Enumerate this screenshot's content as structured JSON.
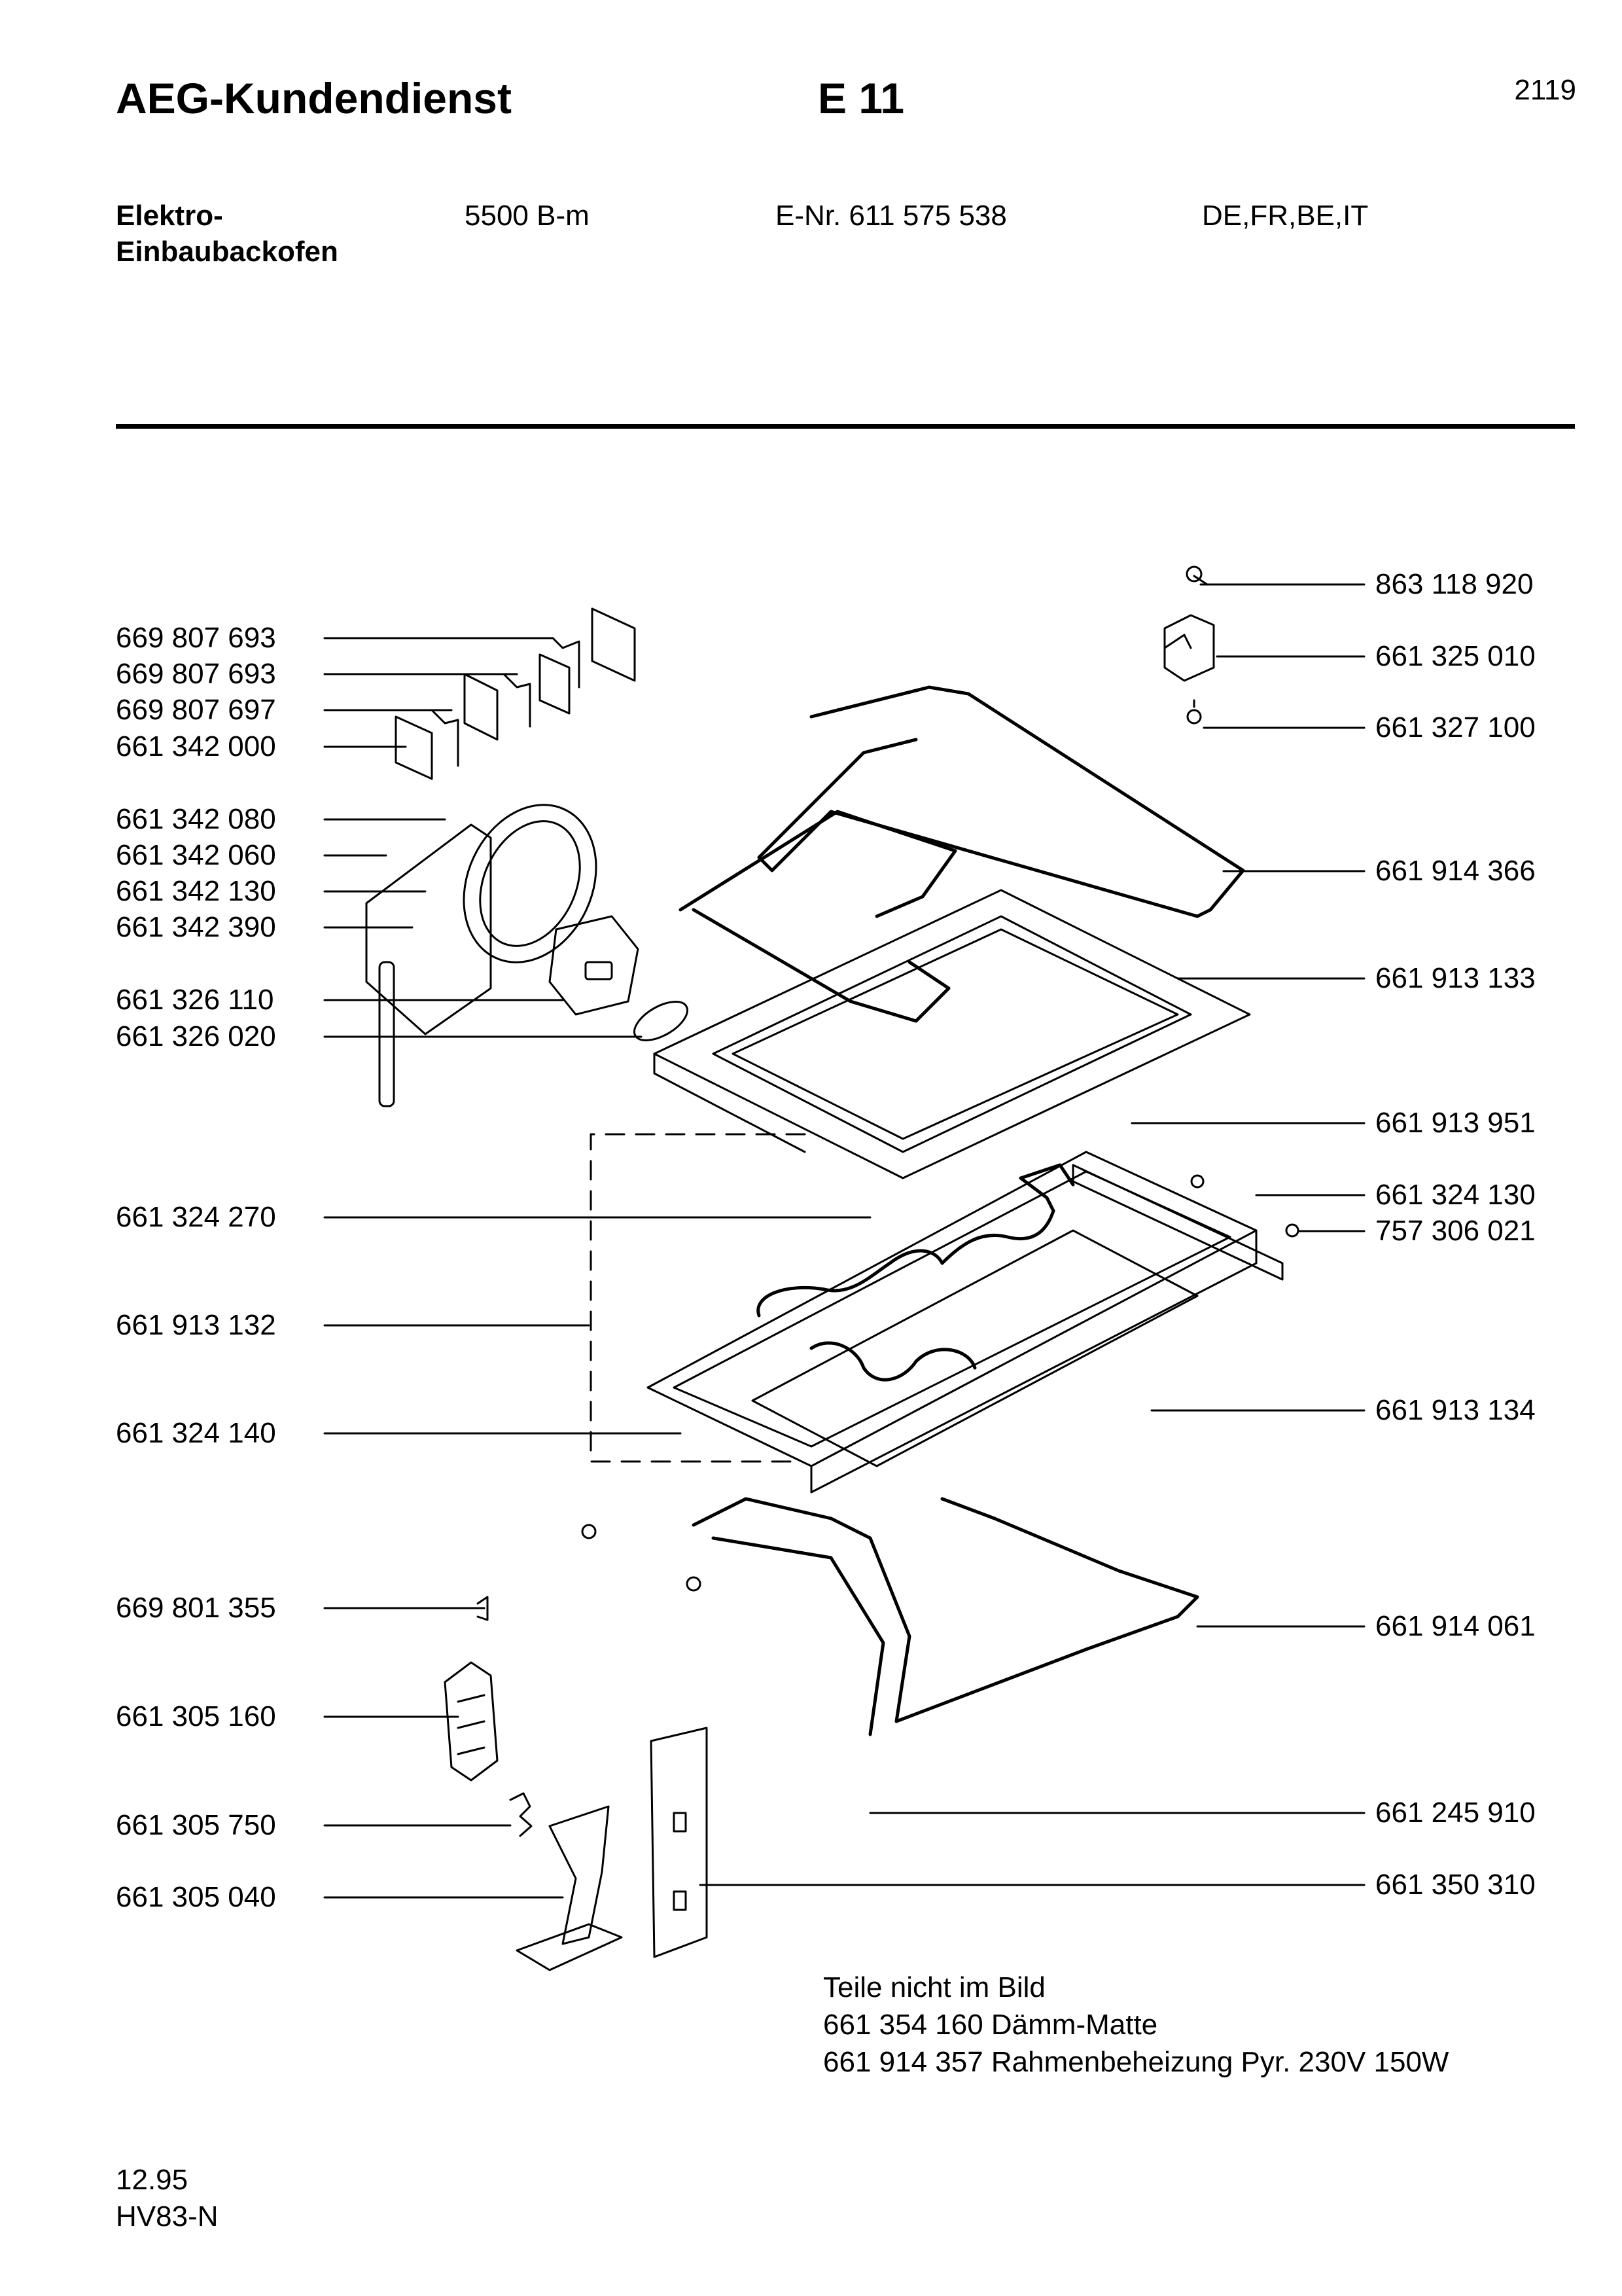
{
  "header": {
    "brand": "AEG-Kundendienst",
    "model_code": "E 11",
    "page_number": "2119"
  },
  "product": {
    "type_line1": "Elektro-",
    "type_line2": "Einbaubackofen",
    "model": "5500 B-m",
    "enr": "E-Nr. 611 575 538",
    "countries": "DE,FR,BE,IT"
  },
  "parts_left": [
    "669 807 693",
    "669 807 693",
    "669 807 697",
    "661 342 000",
    "661 342 080",
    "661 342 060",
    "661 342 130",
    "661 342 390",
    "661 326 110",
    "661 326 020",
    "661 324 270",
    "661 913 132",
    "661 324 140",
    "669 801 355",
    "661 305 160",
    "661 305 750",
    "661 305 040"
  ],
  "parts_right": [
    "863 118 920",
    "661 325 010",
    "661 327 100",
    "661 914 366",
    "661 913 133",
    "661 913 951",
    "661 324 130",
    "757 306 021",
    "661 913 134",
    "661 914 061",
    "661 245 910",
    "661 350 310"
  ],
  "notes": {
    "heading": "Teile nicht im Bild",
    "line1": "661 354 160 Dämm-Matte",
    "line2": "661 914 357 Rahmenbeheizung Pyr. 230V 150W"
  },
  "footer": {
    "date": "12.95",
    "code": "HV83-N"
  }
}
